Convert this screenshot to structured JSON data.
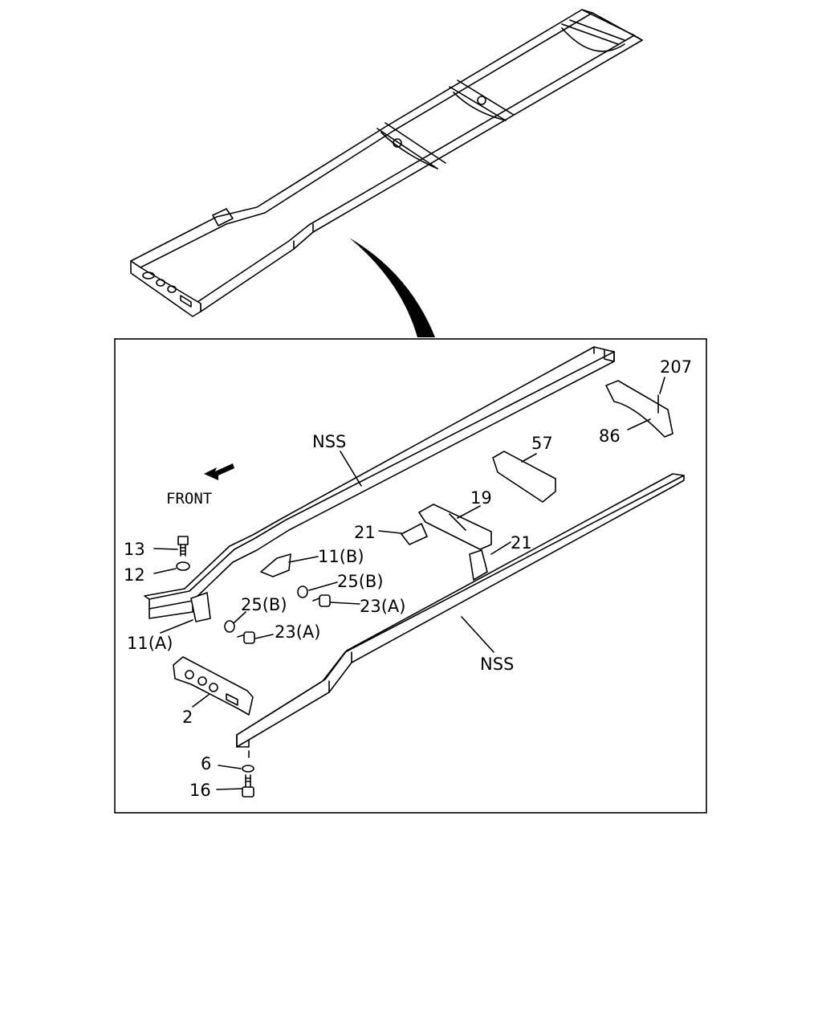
{
  "labels": {
    "nss_upper": "NSS",
    "nss_lower": "NSS",
    "front": "FRONT",
    "p207": "207",
    "p86": "86",
    "p57": "57",
    "p19": "19",
    "p21_left": "21",
    "p21_right": "21",
    "p13": "13",
    "p12": "12",
    "p11b": "11(B)",
    "p25b_upper": "25(B)",
    "p23a_upper": "23(A)",
    "p25b_lower": "25(B)",
    "p23a_lower": "23(A)",
    "p11a": "11(A)",
    "p2": "2",
    "p6": "6",
    "p16": "16"
  }
}
